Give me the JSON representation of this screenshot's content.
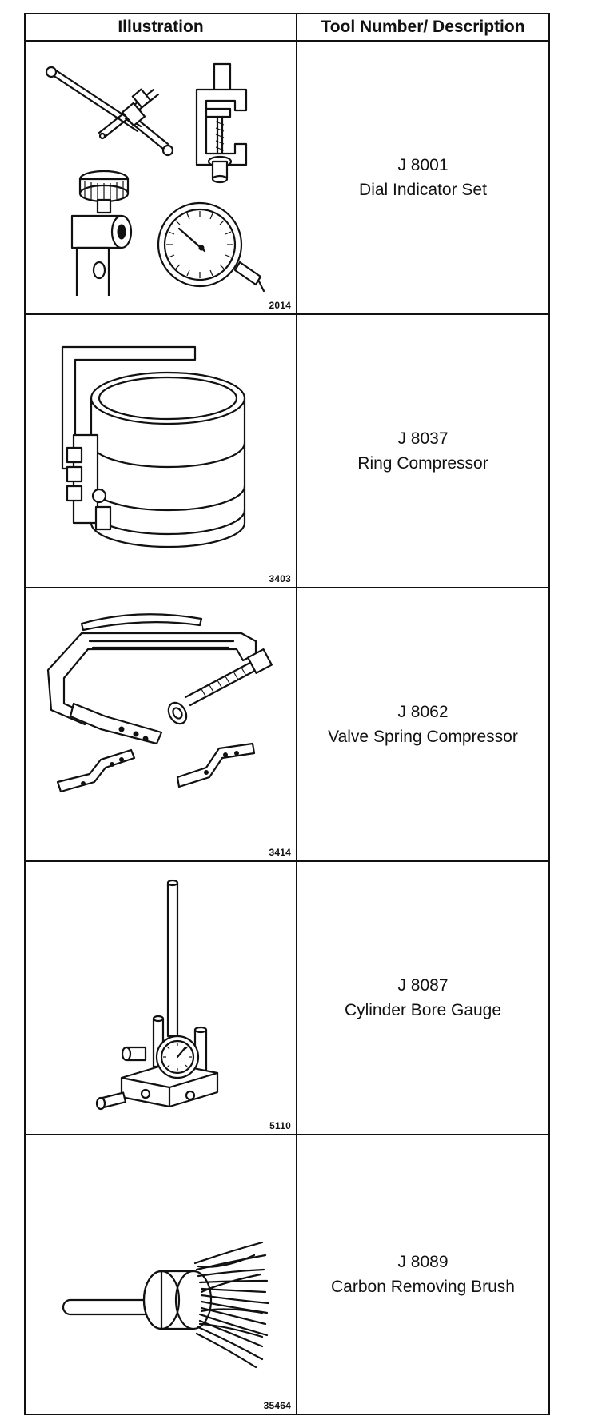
{
  "table": {
    "headers": {
      "illustration": "Illustration",
      "description": "Tool Number/ Description"
    },
    "rows": [
      {
        "figure_number": "2014",
        "tool_number": "J 8001",
        "description": "Dial Indicator Set",
        "illustration": "dial-indicator-set-illustration"
      },
      {
        "figure_number": "3403",
        "tool_number": "J 8037",
        "description": "Ring Compressor",
        "illustration": "ring-compressor-illustration"
      },
      {
        "figure_number": "3414",
        "tool_number": "J 8062",
        "description": "Valve Spring Compressor",
        "illustration": "valve-spring-compressor-illustration"
      },
      {
        "figure_number": "5110",
        "tool_number": "J 8087",
        "description": "Cylinder Bore Gauge",
        "illustration": "cylinder-bore-gauge-illustration"
      },
      {
        "figure_number": "35464",
        "tool_number": "J 8089",
        "description": "Carbon Removing Brush",
        "illustration": "carbon-removing-brush-illustration"
      }
    ]
  }
}
